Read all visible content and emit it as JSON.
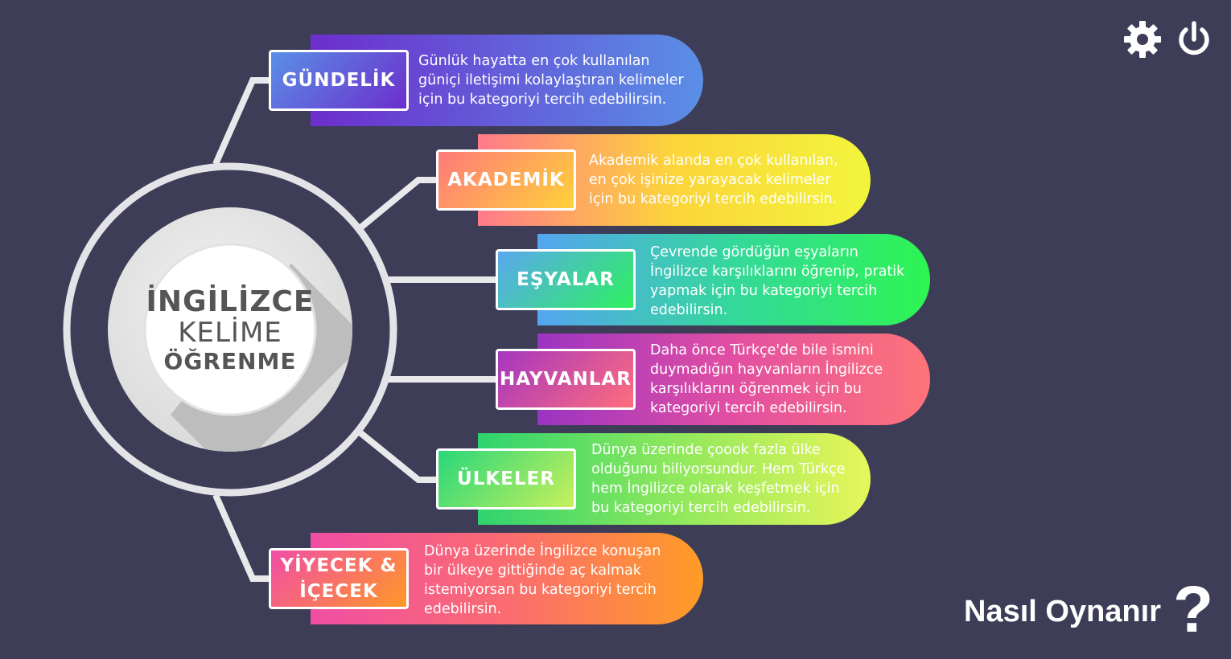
{
  "hub": {
    "line1": "İNGİLİZCE",
    "line2": "KELİME",
    "line3": "ÖĞRENME"
  },
  "categories": [
    {
      "label_lines": [
        "GÜNDELİK"
      ],
      "description": [
        "Günlük hayatta en çok kullanılan",
        "güniçi iletişimi kolaylaştıran kelimeler",
        "için bu kategoriyi tercih edebilirsin."
      ],
      "gradient": [
        "#6c2ecc",
        "#5a8fe6"
      ],
      "box_gradient": [
        "#5a8fe6",
        "#6c2ecc"
      ]
    },
    {
      "label_lines": [
        "AKADEMİK"
      ],
      "description": [
        "Akademik alanda en çok kullanılan,",
        "en çok işinize yarayacak kelimeler",
        "için bu kategoriyi tercih edebilirsin."
      ],
      "gradient": [
        "#ff7a8a",
        "#fcd53a",
        "#f2f53c"
      ],
      "box_gradient": [
        "#ff7a7a",
        "#ffd13a"
      ]
    },
    {
      "label_lines": [
        "EŞYALAR"
      ],
      "description": [
        "Çevrende gördüğün eşyaların",
        "İngilizce karşılıklarını öğrenip, pratik",
        "yapmak için bu kategoriyi tercih",
        "edebilirsin."
      ],
      "gradient": [
        "#55a5f0",
        "#34d89a",
        "#2ef553"
      ],
      "box_gradient": [
        "#5aa8ef",
        "#2ef060"
      ]
    },
    {
      "label_lines": [
        "HAYVANLAR"
      ],
      "description": [
        "Daha önce Türkçe'de bile ismini",
        "duymadığın hayvanların İngilizce",
        "karşılıklarını öğrenmek için bu",
        "kategoriyi tercih edebilirsin."
      ],
      "gradient": [
        "#9b34c2",
        "#e24fa2",
        "#ff7478"
      ],
      "box_gradient": [
        "#a536c0",
        "#ff6d7d"
      ]
    },
    {
      "label_lines": [
        "ÜLKELER"
      ],
      "description": [
        "Dünya üzerinde çoook fazla ülke",
        "olduğunu biliyorsundur. Hem Türkçe",
        "hem İngilizce olarak keşfetmek için",
        "bu kategoriyi tercih edebilirsin."
      ],
      "gradient": [
        "#2fd36e",
        "#8ee85c",
        "#e7f65a"
      ],
      "box_gradient": [
        "#28d77a",
        "#c8f05c"
      ]
    },
    {
      "label_lines": [
        "YİYECEK &",
        "İÇECEK"
      ],
      "description": [
        "Dünya üzerinde İngilizce konuşan",
        "bir ülkeye gittiğinde aç kalmak",
        "istemiyorsan bu kategoriyi tercih",
        "edebilirsin."
      ],
      "gradient": [
        "#f04ea4",
        "#fa6c70",
        "#ff9c26"
      ],
      "box_gradient": [
        "#f14da6",
        "#ff9828"
      ]
    }
  ],
  "header": {
    "settings_icon": "gear-icon",
    "power_icon": "power-icon"
  },
  "footer": {
    "how_to_play": "Nasıl Oynanır",
    "how_to_play_mark": "?"
  }
}
